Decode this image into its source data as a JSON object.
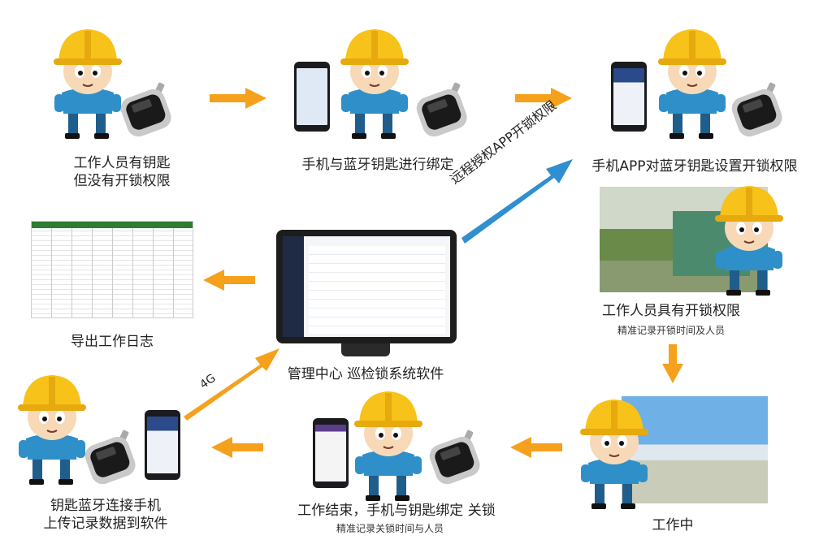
{
  "steps": {
    "s1": {
      "line1": "工作人员有钥匙",
      "line2": "但没有开锁权限"
    },
    "s2": {
      "label": "手机与蓝牙钥匙进行绑定"
    },
    "s3": {
      "label": "手机APP对蓝牙钥匙设置开锁权限"
    },
    "s4": {
      "label": "工作人员具有开锁权限",
      "sub": "精准记录开锁时间及人员"
    },
    "s5": {
      "label": "工作中"
    },
    "s6": {
      "label": "工作结束，手机与钥匙绑定 关锁",
      "sub": "精准记录关锁时间与人员"
    },
    "s7": {
      "line1": "钥匙蓝牙连接手机",
      "line2": "上传记录数据到软件"
    },
    "center": {
      "label": "管理中心 巡检锁系统软件"
    },
    "log": {
      "label": "导出工作日志"
    }
  },
  "arrows": {
    "remote": "远程授权APP开锁权限",
    "net": "4G"
  },
  "colors": {
    "orange": "#f5a11c",
    "blue": "#2f8fd0",
    "helmet": "#f7c21a",
    "shirt": "#2f8fc8"
  }
}
